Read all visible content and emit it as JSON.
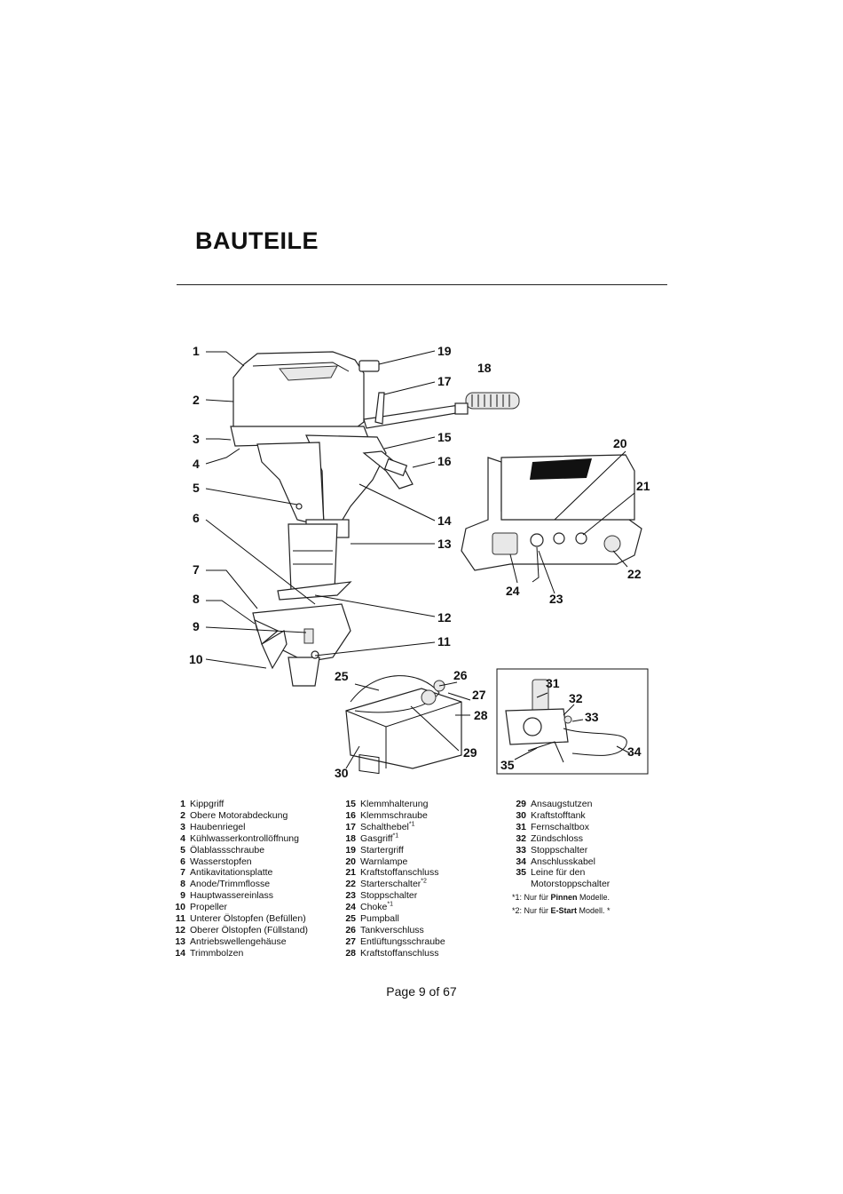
{
  "title": "BAUTEILE",
  "figure": {
    "callouts": [
      "1",
      "2",
      "3",
      "4",
      "5",
      "6",
      "7",
      "8",
      "9",
      "10",
      "11",
      "12",
      "13",
      "14",
      "15",
      "16",
      "17",
      "18",
      "19",
      "20",
      "21",
      "22",
      "23",
      "24",
      "25",
      "26",
      "27",
      "28",
      "29",
      "30",
      "31",
      "32",
      "33",
      "34",
      "35"
    ]
  },
  "legend": {
    "col1": [
      {
        "num": "1",
        "text": "Kippgriff"
      },
      {
        "num": "2",
        "text": "Obere Motorabdeckung"
      },
      {
        "num": "3",
        "text": "Haubenriegel"
      },
      {
        "num": "4",
        "text": "Kühlwasserkontrollöffnung"
      },
      {
        "num": "5",
        "text": "Ölablassschraube"
      },
      {
        "num": "6",
        "text": "Wasserstopfen"
      },
      {
        "num": "7",
        "text": "Antikavitationsplatte"
      },
      {
        "num": "8",
        "text": "Anode/Trimmflosse"
      },
      {
        "num": "9",
        "text": "Hauptwassereinlass"
      },
      {
        "num": "10",
        "text": "Propeller"
      },
      {
        "num": "11",
        "text": "Unterer Ölstopfen (Befüllen)"
      },
      {
        "num": "12",
        "text": "Oberer Ölstopfen (Füllstand)"
      },
      {
        "num": "13",
        "text": "Antriebswellengehäuse"
      },
      {
        "num": "14",
        "text": "Trimmbolzen"
      }
    ],
    "col2": [
      {
        "num": "15",
        "text": "Klemmhalterung",
        "sup": ""
      },
      {
        "num": "16",
        "text": "Klemmschraube",
        "sup": ""
      },
      {
        "num": "17",
        "text": "Schalthebel",
        "sup": "*1"
      },
      {
        "num": "18",
        "text": "Gasgriff",
        "sup": "*1"
      },
      {
        "num": "19",
        "text": "Startergriff",
        "sup": ""
      },
      {
        "num": "20",
        "text": "Warnlampe",
        "sup": ""
      },
      {
        "num": "21",
        "text": "Kraftstoffanschluss",
        "sup": ""
      },
      {
        "num": "22",
        "text": "Starterschalter",
        "sup": "*2"
      },
      {
        "num": "23",
        "text": "Stoppschalter",
        "sup": ""
      },
      {
        "num": "24",
        "text": "Choke",
        "sup": "*1"
      },
      {
        "num": "25",
        "text": "Pumpball",
        "sup": ""
      },
      {
        "num": "26",
        "text": "Tankverschluss",
        "sup": ""
      },
      {
        "num": "27",
        "text": "Entlüftungsschraube",
        "sup": ""
      },
      {
        "num": "28",
        "text": "Kraftstoffanschluss",
        "sup": ""
      }
    ],
    "col3": [
      {
        "num": "29",
        "text": "Ansaugstutzen"
      },
      {
        "num": "30",
        "text": "Kraftstofftank"
      },
      {
        "num": "31",
        "text": "Fernschaltbox"
      },
      {
        "num": "32",
        "text": "Zündschloss"
      },
      {
        "num": "33",
        "text": "Stoppschalter"
      },
      {
        "num": "34",
        "text": "Anschlusskabel"
      },
      {
        "num": "35",
        "text": "Leine für den Motorstoppschalter"
      }
    ],
    "notes": [
      {
        "prefix": "*1: Nur für ",
        "bold": "Pinnen",
        "suffix": " Modelle."
      },
      {
        "prefix": "*2: Nur für ",
        "bold": "E-Start",
        "suffix": " Modell. *"
      }
    ]
  },
  "footer": "Page 9 of 67"
}
